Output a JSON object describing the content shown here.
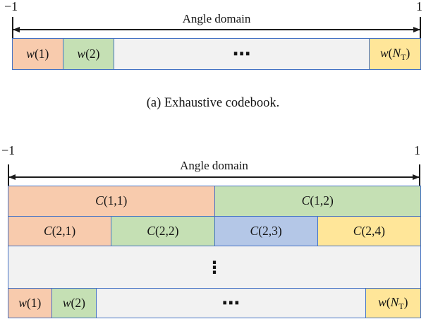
{
  "palette": {
    "cell_orange": "#F8CBAD",
    "cell_green": "#C5E0B4",
    "cell_blue": "#B4C7E7",
    "cell_yellow": "#FFE699",
    "cell_gray": "#F2F2F2",
    "cell_border_blue": "#4472C4",
    "arrow_black": "#1C1C1C"
  },
  "diagram_a": {
    "left_tick_label": "−1",
    "right_tick_label": "1",
    "axis_title": "Angle domain",
    "bar_cells": [
      {
        "i1": "w",
        "r1": "(1)"
      },
      {
        "i1": "w",
        "r1": "(2)"
      },
      {
        "r1": "⋯"
      },
      {
        "i1": "w",
        "r1": "(",
        "i2": "N",
        "sub": "T",
        "r2": ")"
      }
    ],
    "caption": "(a) Exhaustive codebook."
  },
  "diagram_b": {
    "left_tick_label": "−1",
    "right_tick_label": "1",
    "axis_title": "Angle domain",
    "rows": [
      {
        "cells": [
          {
            "i1": "C",
            "r1": "(1,1)"
          },
          {
            "i1": "C",
            "r1": "(1,2)"
          }
        ]
      },
      {
        "cells": [
          {
            "i1": "C",
            "r1": "(2,1)"
          },
          {
            "i1": "C",
            "r1": "(2,2)"
          },
          {
            "i1": "C",
            "r1": "(2,3)"
          },
          {
            "i1": "C",
            "r1": "(2,4)"
          }
        ]
      },
      {
        "cells": [
          {
            "r1": "⋮"
          }
        ]
      },
      {
        "cells": [
          {
            "i1": "w",
            "r1": "(1)"
          },
          {
            "i1": "w",
            "r1": "(2)"
          },
          {
            "r1": "⋯"
          },
          {
            "i1": "w",
            "r1": "(",
            "i2": "N",
            "sub": "T",
            "r2": ")"
          }
        ]
      }
    ]
  }
}
